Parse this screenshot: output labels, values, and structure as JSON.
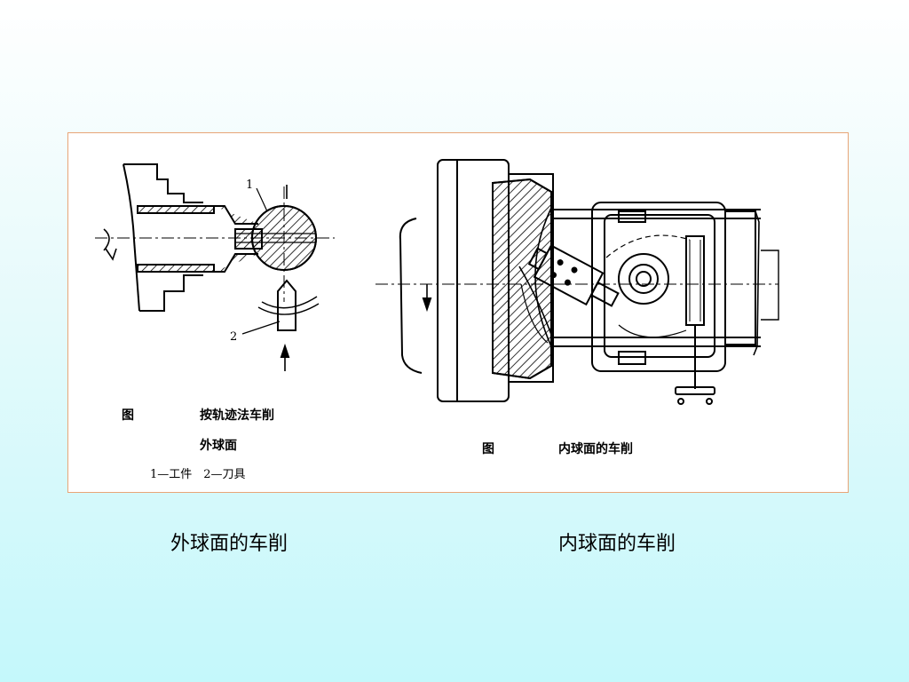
{
  "figure_left": {
    "fig_prefix": "图",
    "title_line1": "按轨迹法车削",
    "title_line2": "外球面",
    "legend": "1—工件　2—刀具",
    "callout_1": "1",
    "callout_2": "2"
  },
  "figure_right": {
    "fig_prefix": "图",
    "title": "内球面的车削"
  },
  "captions": {
    "left": "外球面的车削",
    "right": "内球面的车削"
  }
}
